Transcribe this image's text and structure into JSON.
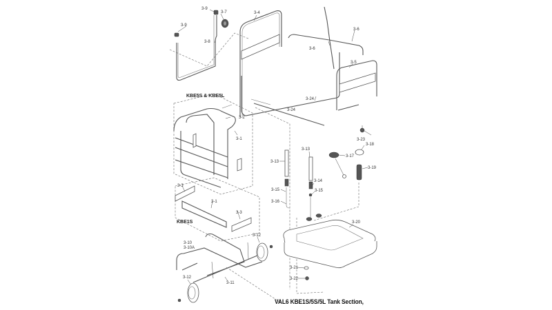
{
  "caption": "VAL6 KBE1S/5S/5L Tank Section,",
  "groups": {
    "kbe5": "KBE5S & KBE5L",
    "kbe1": "KBE1S"
  },
  "labels": {
    "p3_9a": "3-9",
    "p3_9b": "3-9",
    "p3_7": "3-7",
    "p3_8": "3-8",
    "p3_4": "3-4",
    "p3_6a": "3-6",
    "p3_6b": "3-6",
    "p3_5": "3-5",
    "p3_24a": "3-24",
    "p3_24b": "3-24",
    "p3_2": "3-2",
    "p3_1a": "3-1",
    "p3_3a": "3-3",
    "p3_1b": "3-1",
    "p3_3b": "3-3",
    "p3_23": "3-23",
    "p3_18": "3-18",
    "p3_17": "3-17",
    "p3_19": "3-19",
    "p3_13a": "3-13",
    "p3_13b": "3-13",
    "p3_14": "3-14",
    "p3_15a": "3-15",
    "p3_15b": "3-15",
    "p3_16": "3-16",
    "p3_20": "3-20",
    "p3_21": "3-21",
    "p3_22": "3-22",
    "p3_12a": "3-12",
    "p3_12b": "3-12",
    "p3_10": "3-10",
    "p3_10a": "3-10A",
    "p3_11": "3-11"
  }
}
